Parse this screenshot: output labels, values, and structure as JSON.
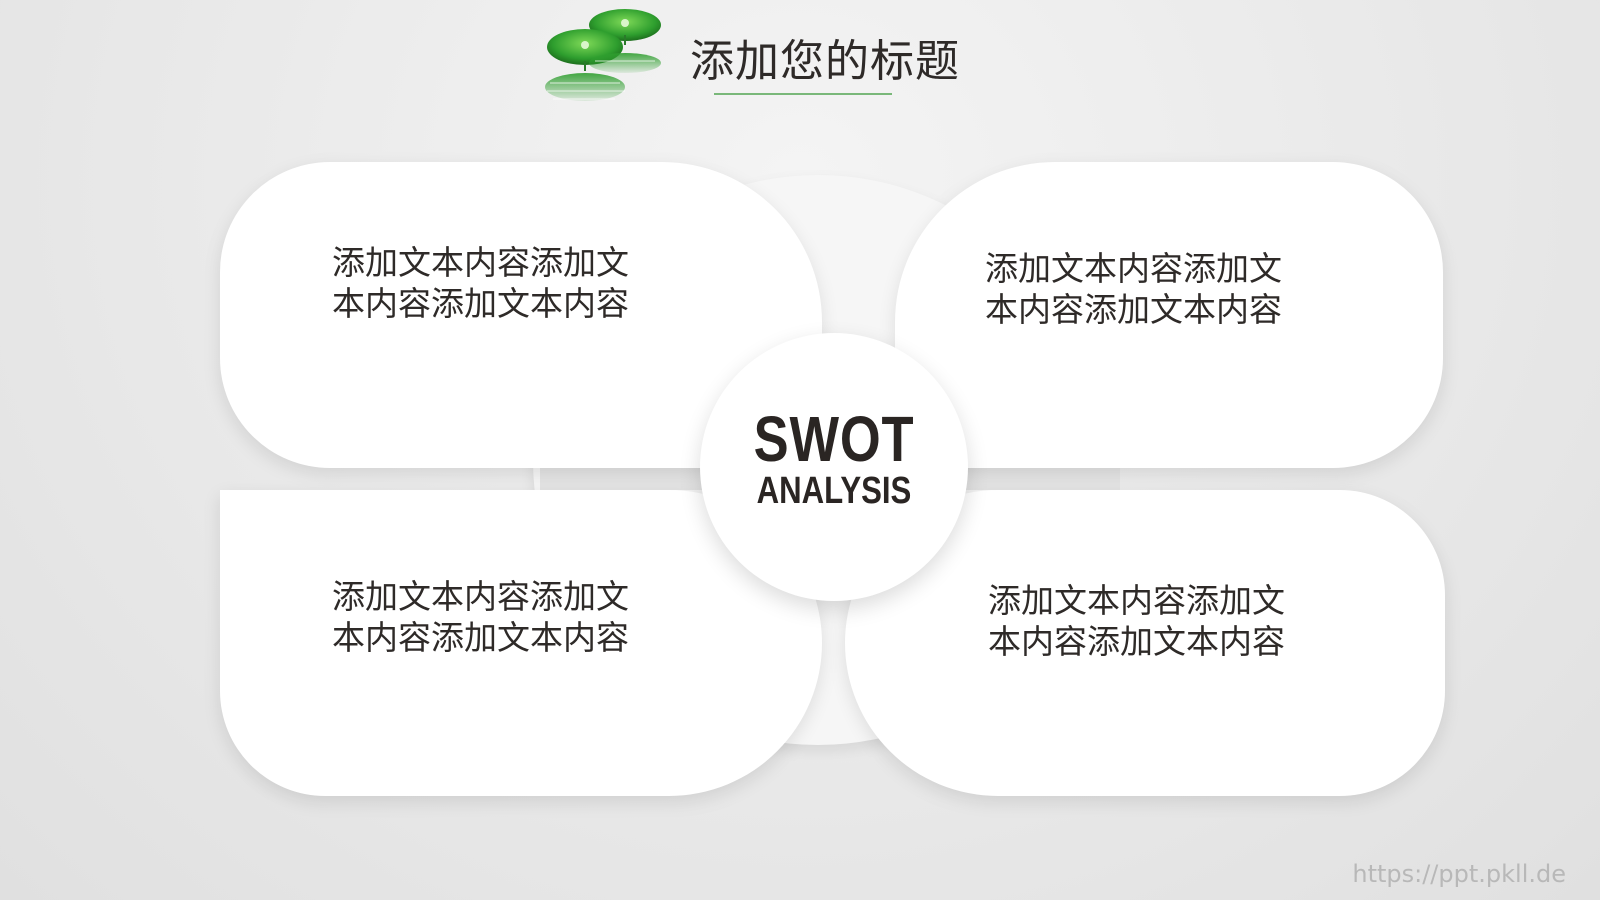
{
  "header": {
    "title": "添加您的标题",
    "logo_icon": "lotus-leaf-icon",
    "underline_color": "#7ab87a"
  },
  "swot": {
    "line1": "SWOT",
    "line2": "ANALYSIS"
  },
  "cards": [
    {
      "position": "top-left",
      "line1": "添加文本内容添加文",
      "line2": "本内容添加文本内容"
    },
    {
      "position": "top-right",
      "line1": "添加文本内容添加文",
      "line2": "本内容添加文本内容"
    },
    {
      "position": "bottom-left",
      "line1": "添加文本内容添加文",
      "line2": "本内容添加文本内容"
    },
    {
      "position": "bottom-right",
      "line1": "添加文本内容添加文",
      "line2": "本内容添加文本内容"
    }
  ],
  "footer": {
    "watermark": "https://ppt.pkll.de"
  },
  "colors": {
    "text": "#2e2a28",
    "card": "#ffffff",
    "background": "#e9e9e9",
    "accent_green": "#3aa63a"
  }
}
